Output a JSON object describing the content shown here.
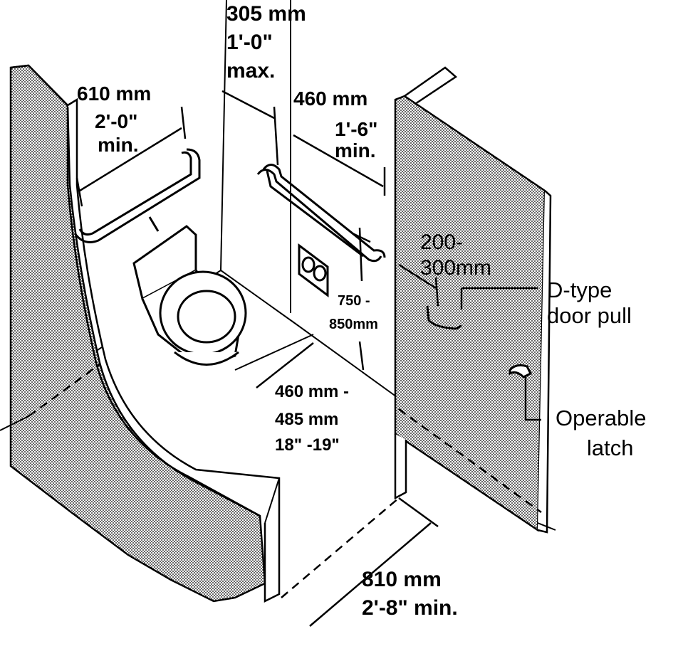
{
  "labels": {
    "top_depth_mm": "305 mm",
    "top_depth_ft": "1'-0\"",
    "top_depth_qual": "max.",
    "left_bar_mm": "610 mm",
    "left_bar_ft": "2'-0\"",
    "left_bar_qual": "min.",
    "rear_bar_mm": "460 mm",
    "rear_bar_ft": "1'-6\"",
    "rear_bar_qual": "min.",
    "pull_height_1": "200-",
    "pull_height_2": "300mm",
    "door_pull_1": "D-type",
    "door_pull_2": "door pull",
    "bar_height_1": "750 -",
    "bar_height_2": "850mm",
    "seat_offset_1": "460 mm -",
    "seat_offset_2": "485 mm",
    "seat_offset_3": "18\" -19\"",
    "latch_1": "Operable",
    "latch_2": "latch",
    "door_width_mm": "810 mm",
    "door_width_ft": "2'-8\" min."
  },
  "colors": {
    "ink": "#000000",
    "paper": "#ffffff",
    "panel_dots": "#000000"
  }
}
